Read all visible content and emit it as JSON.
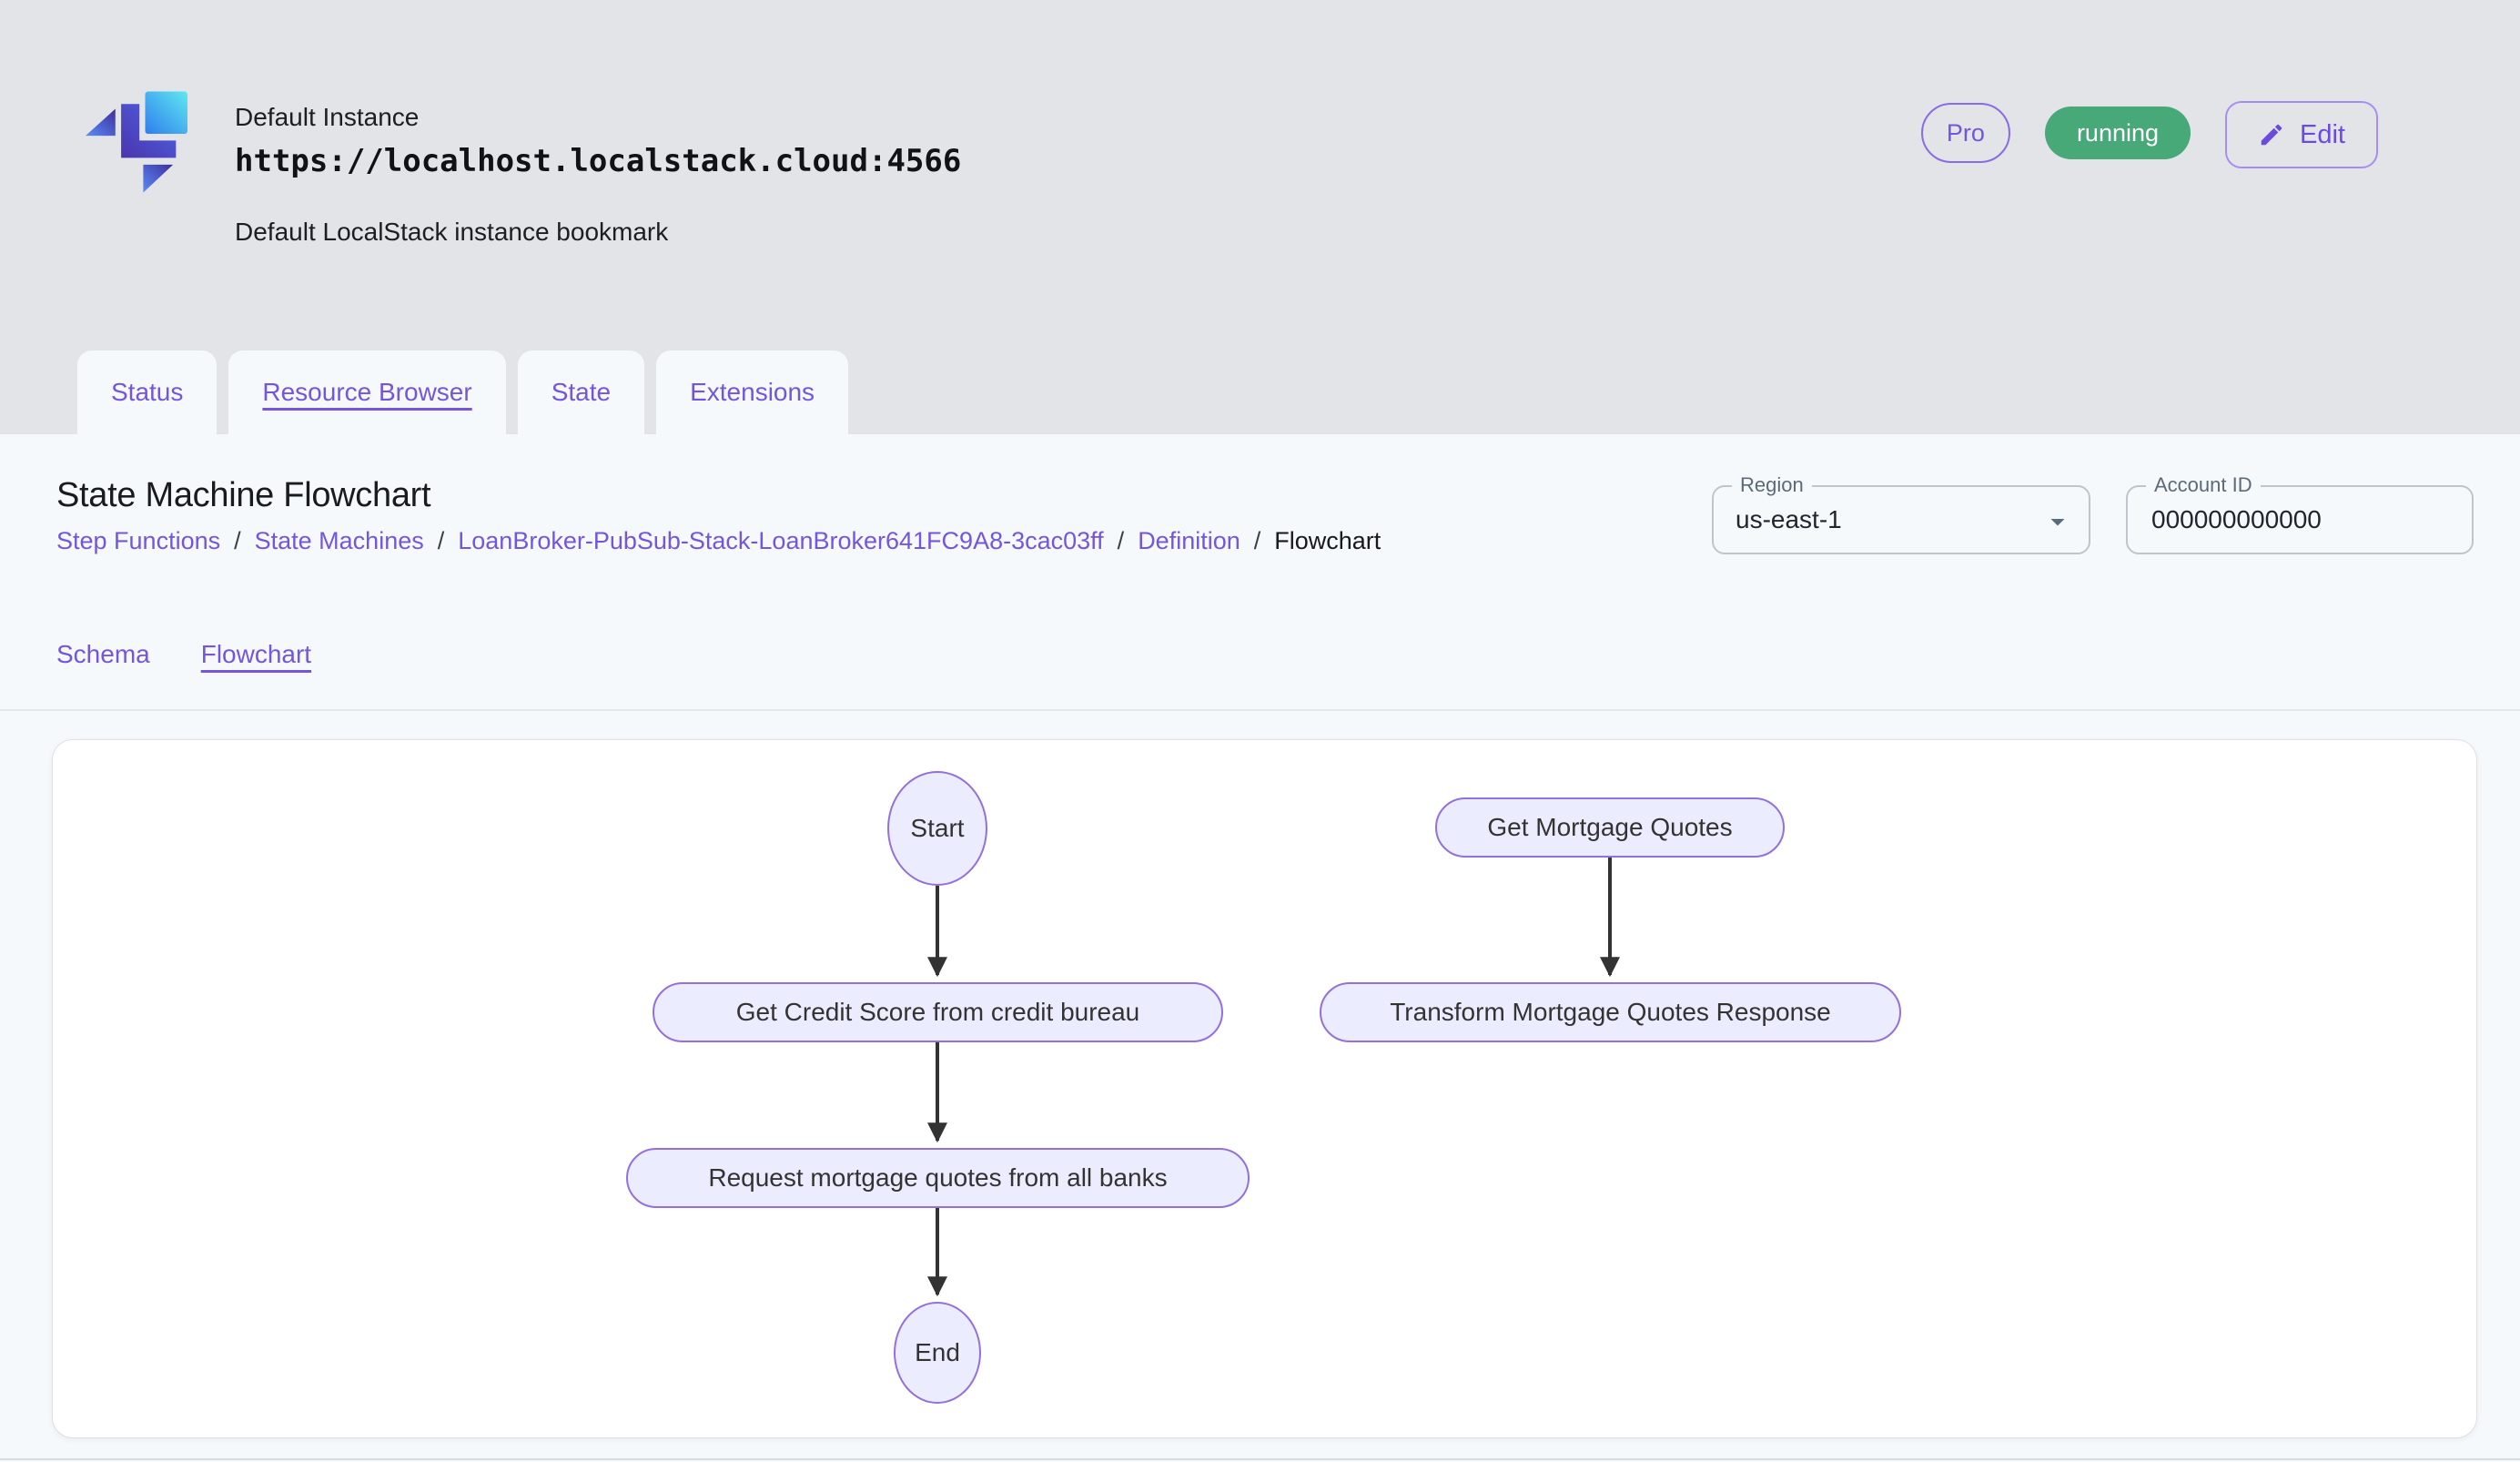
{
  "header": {
    "instance_name": "Default Instance",
    "instance_url": "https://localhost.localstack.cloud:4566",
    "instance_description": "Default LocalStack instance bookmark",
    "pro_chip_label": "Pro",
    "status_badge_label": "running",
    "edit_button_label": "Edit"
  },
  "tabs": [
    {
      "label": "Status",
      "active": false
    },
    {
      "label": "Resource Browser",
      "active": true
    },
    {
      "label": "State",
      "active": false
    },
    {
      "label": "Extensions",
      "active": false
    }
  ],
  "page": {
    "title": "State Machine Flowchart",
    "breadcrumb": [
      {
        "label": "Step Functions",
        "current": false
      },
      {
        "label": "State Machines",
        "current": false
      },
      {
        "label": "LoanBroker-PubSub-Stack-LoanBroker641FC9A8-3cac03ff",
        "current": false
      },
      {
        "label": "Definition",
        "current": false
      },
      {
        "label": "Flowchart",
        "current": true
      }
    ],
    "breadcrumb_separator": "/",
    "region_field": {
      "label": "Region",
      "value": "us-east-1"
    },
    "account_field": {
      "label": "Account ID",
      "value": "000000000000"
    },
    "subtabs": [
      {
        "label": "Schema",
        "active": false
      },
      {
        "label": "Flowchart",
        "active": true
      }
    ]
  },
  "flowchart": {
    "nodes": [
      {
        "id": "start",
        "label": "Start",
        "shape": "ellipse"
      },
      {
        "id": "get-credit-score",
        "label": "Get Credit Score from credit bureau",
        "shape": "stadium"
      },
      {
        "id": "request-quotes",
        "label": "Request mortgage quotes from all banks",
        "shape": "stadium"
      },
      {
        "id": "end",
        "label": "End",
        "shape": "ellipse"
      },
      {
        "id": "get-mortgage-quotes",
        "label": "Get Mortgage Quotes",
        "shape": "stadium"
      },
      {
        "id": "transform-response",
        "label": "Transform Mortgage Quotes Response",
        "shape": "stadium"
      }
    ],
    "edges": [
      {
        "from": "start",
        "to": "get-credit-score"
      },
      {
        "from": "get-credit-score",
        "to": "request-quotes"
      },
      {
        "from": "request-quotes",
        "to": "end"
      },
      {
        "from": "get-mortgage-quotes",
        "to": "transform-response"
      }
    ]
  },
  "colors": {
    "accent_purple": "#7456DB",
    "running_green": "#47A878",
    "node_fill": "#ECECFF",
    "node_border": "#9370DB",
    "edge": "#333333",
    "page_background": "#E2E4E8",
    "panel_background": "#F6F9FB"
  }
}
